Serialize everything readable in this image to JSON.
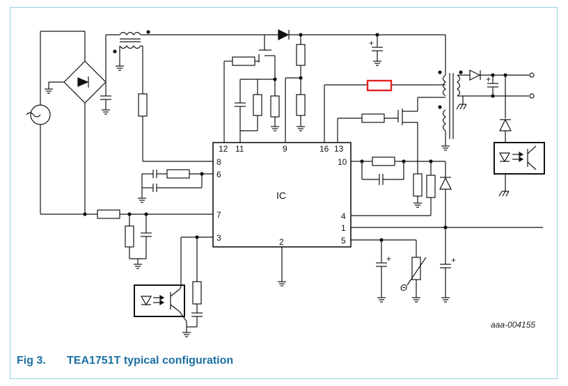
{
  "figure": {
    "number": "Fig 3.",
    "title": "TEA1751T typical configuration",
    "code": "aaa-004155"
  },
  "ic": {
    "label": "IC",
    "pins_top": [
      "12",
      "11",
      "9",
      "16",
      "13"
    ],
    "pins_left": [
      "8",
      "6",
      "7",
      "3"
    ],
    "pins_right": [
      "10",
      "4",
      "1",
      "5"
    ],
    "pin_bottom": "2"
  },
  "symbols": {
    "theta": "Θ",
    "plus": "+"
  },
  "colors": {
    "caption": "#1a6fa3",
    "frame": "#8fd3e0",
    "highlight": "#e02020",
    "wire": "#111111"
  }
}
